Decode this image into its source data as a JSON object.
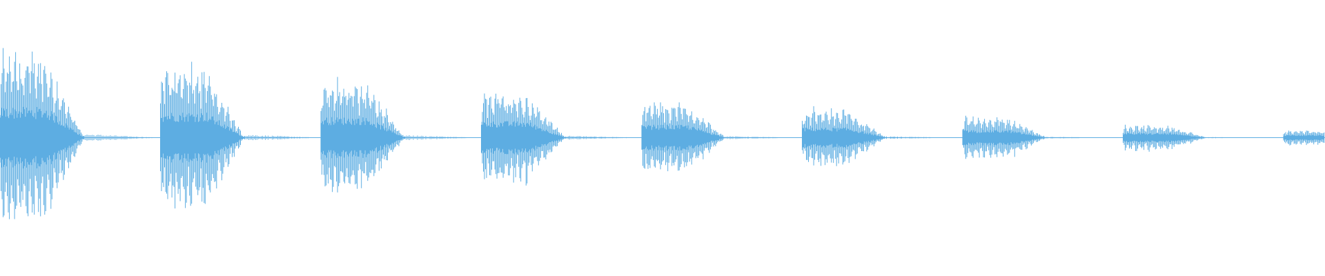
{
  "waveform": {
    "color": "#5DADE2",
    "background": "#FFFFFF",
    "bursts": [
      {
        "index": 1,
        "relative_amplitude": 1.0
      },
      {
        "index": 2,
        "relative_amplitude": 0.84
      },
      {
        "index": 3,
        "relative_amplitude": 0.67
      },
      {
        "index": 4,
        "relative_amplitude": 0.54
      },
      {
        "index": 5,
        "relative_amplitude": 0.42
      },
      {
        "index": 6,
        "relative_amplitude": 0.33
      },
      {
        "index": 7,
        "relative_amplitude": 0.25
      },
      {
        "index": 8,
        "relative_amplitude": 0.15
      },
      {
        "index": 9,
        "relative_amplitude": 0.09
      }
    ]
  }
}
